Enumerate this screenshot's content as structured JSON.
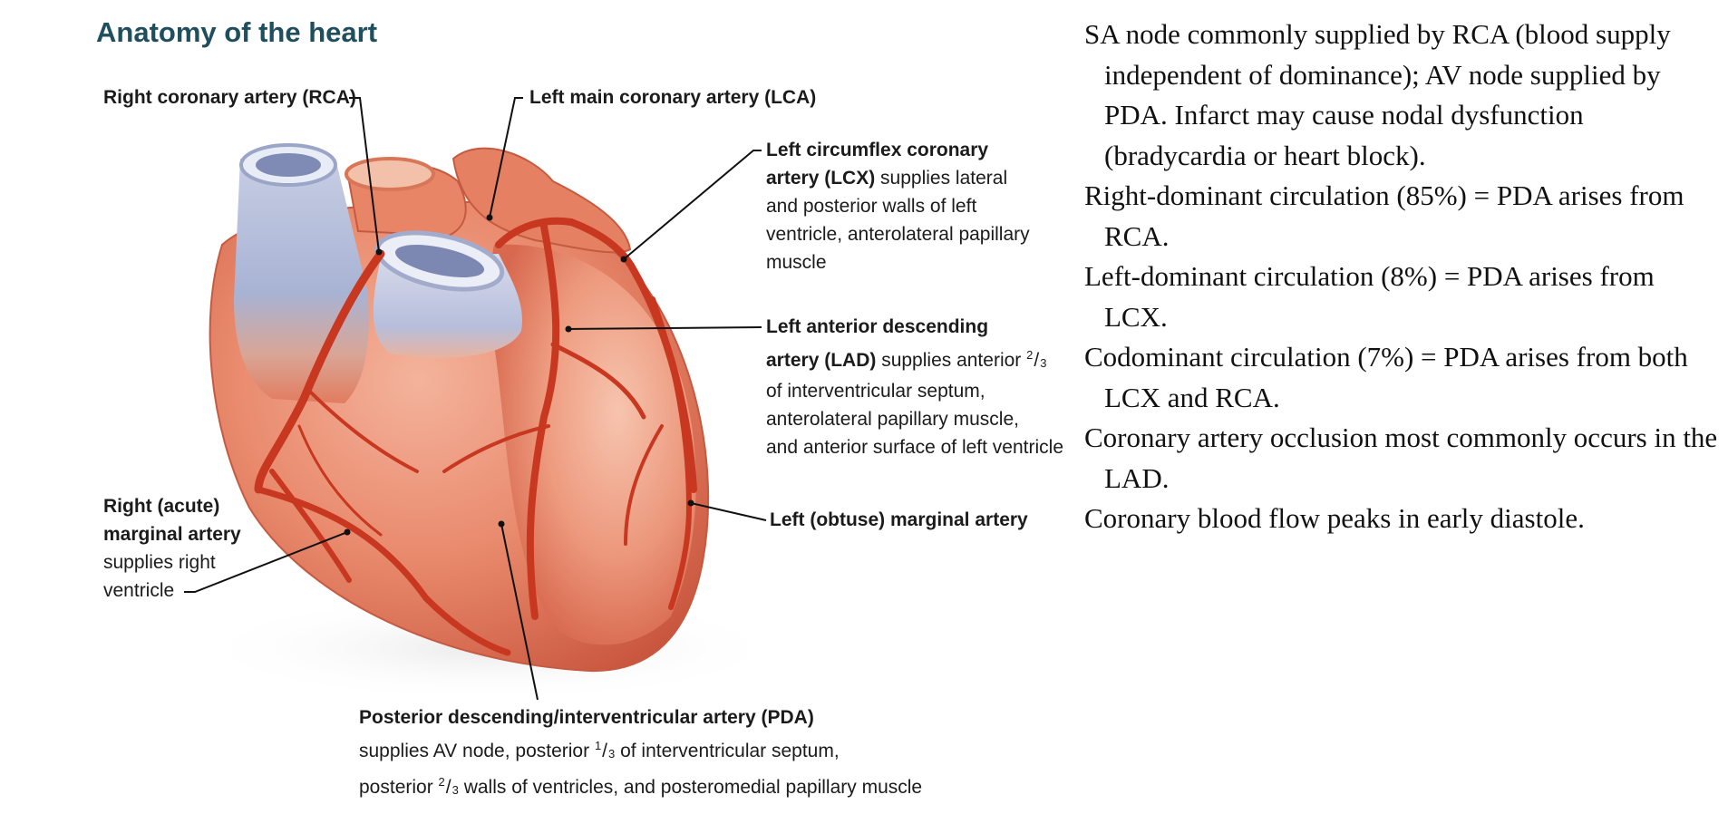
{
  "title": "Anatomy of the heart",
  "labels": {
    "rca": "Right coronary artery (RCA)",
    "lca": "Left main coronary artery (LCA)",
    "lcx": {
      "bold_l1": "Left circumflex coronary",
      "bold_l2": "artery (LCX)",
      "rest_l2": " supplies lateral",
      "line3": "and posterior walls of left",
      "line4": "ventricle, anterolateral papillary",
      "line5": "muscle"
    },
    "lad": {
      "bold_l1": "Left anterior descending",
      "bold_l2": "artery (LAD)",
      "rest_l2": " supplies anterior ",
      "frac_num": "2",
      "frac_den": "3",
      "line3": "of interventricular septum,",
      "line4": "anterolateral papillary muscle,",
      "line5": "and anterior surface of left ventricle"
    },
    "obtuse": "Left (obtuse) marginal artery",
    "acute": {
      "bold_l1": "Right (acute)",
      "bold_l2": "marginal artery",
      "line3": "supplies right",
      "line4": "ventricle"
    },
    "pda": {
      "bold_l1": "Posterior descending/interventricular artery (PDA)",
      "l2_a": "supplies AV node, posterior ",
      "l2_num": "1",
      "l2_den": "3",
      "l2_b": " of interventricular septum,",
      "l3_a": "posterior ",
      "l3_num": "2",
      "l3_den": "3",
      "l3_b": " walls of ventricles, and posteromedial papillary muscle"
    }
  },
  "notes": [
    "SA node commonly supplied by RCA (blood supply independent of dominance); AV node supplied by PDA. Infarct may cause nodal dysfunction (bradycardia or heart block).",
    "Right-dominant circulation (85%) = PDA arises from RCA.",
    "Left-dominant circulation (8%) = PDA arises from LCX.",
    "Codominant circulation (7%) = PDA arises from both LCX and RCA.",
    "Coronary artery occlusion most commonly occurs in the LAD.",
    "Coronary blood flow peaks in early diastole."
  ]
}
